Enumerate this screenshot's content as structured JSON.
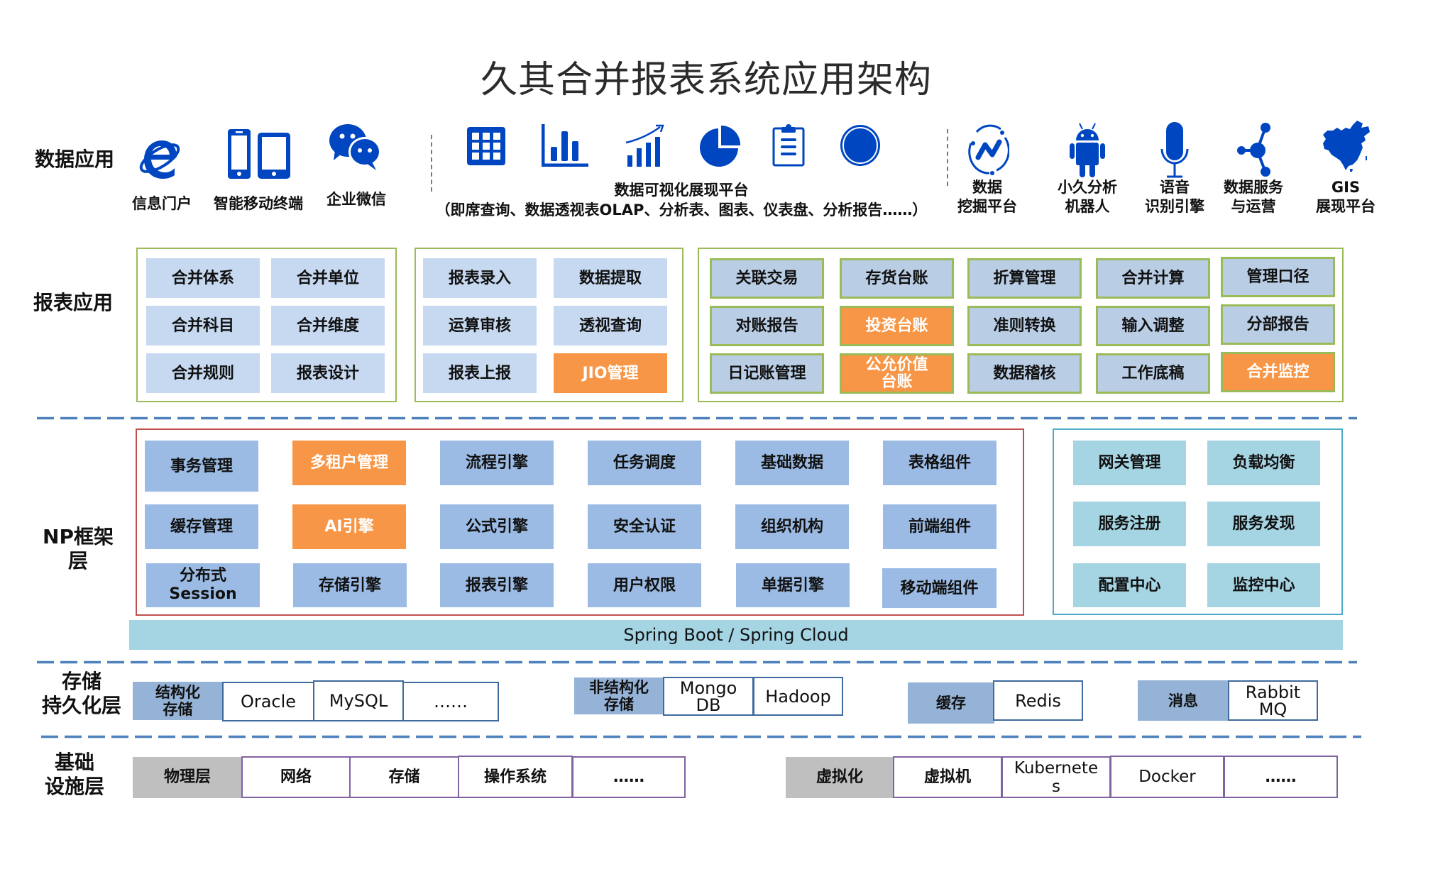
{
  "title": "久其合并报表系统应用架构",
  "colors": {
    "icon_blue": "#0046c0",
    "dash_blue": "#4f81bd",
    "green_border": "#9bbb59",
    "red_border": "#c0504d",
    "teal_border": "#4bacc6",
    "orange": "#f79646",
    "cell_light": "#c6d9f1",
    "cell_np": "#9bbbe4",
    "cell_teal": "#a5d4e3"
  },
  "layers": {
    "data_app": "数据应用",
    "report_app": "报表应用",
    "np_framework": "NP框架\n层",
    "np_framework_l1": "NP框架",
    "np_framework_l2": "层",
    "storage_l1": "存储",
    "storage_l2": "持久化层",
    "infra_l1": "基础",
    "infra_l2": "设施层"
  },
  "data_app": {
    "left_items": [
      {
        "icon": "ie-browser-icon",
        "label": "信息门户"
      },
      {
        "icon": "mobile-devices-icon",
        "label": "智能移动终端"
      },
      {
        "icon": "wechat-icon",
        "label": "企业微信"
      }
    ],
    "viz_icons": [
      "table-grid-icon",
      "bar-chart-icon",
      "trend-chart-icon",
      "pie-chart-icon",
      "clipboard-icon",
      "circle-icon"
    ],
    "viz_title": "数据可视化展现平台",
    "viz_subtitle": "（即席查询、数据透视表OLAP、分析表、图表、仪表盘、分析报告……）",
    "right_items": [
      {
        "icon": "data-mining-icon",
        "line1": "数据",
        "line2": "挖掘平台"
      },
      {
        "icon": "android-robot-icon",
        "line1": "小久分析",
        "line2": "机器人"
      },
      {
        "icon": "microphone-icon",
        "line1": "语音",
        "line2": "识别引擎"
      },
      {
        "icon": "share-nodes-icon",
        "line1": "数据服务",
        "line2": "与运营"
      },
      {
        "icon": "china-map-icon",
        "line1": "GIS",
        "line2": "展现平台"
      }
    ]
  },
  "report_app": {
    "group1": [
      "合并体系",
      "合并单位",
      "合并科目",
      "合并维度",
      "合并规则",
      "报表设计"
    ],
    "group2": [
      "报表录入",
      "数据提取",
      "运算审核",
      "透视查询",
      "报表上报",
      "JIO管理"
    ],
    "group3": [
      "关联交易",
      "存货台账",
      "折算管理",
      "合并计算",
      "管理口径",
      "对账报告",
      "投资台账",
      "准则转换",
      "输入调整",
      "分部报告",
      "日记账管理",
      "公允价值\n台账",
      "数据稽核",
      "工作底稿",
      "合并监控"
    ],
    "group3_line": [
      "公允价值",
      "台账"
    ]
  },
  "np": {
    "main": [
      [
        "事务管理",
        "多租户管理",
        "流程引擎",
        "任务调度",
        "基础数据",
        "表格组件"
      ],
      [
        "缓存管理",
        "AI引擎",
        "公式引擎",
        "安全认证",
        "组织机构",
        "前端组件"
      ],
      [
        "分布式\nSession",
        "存储引擎",
        "报表引擎",
        "用户权限",
        "单据引擎",
        "移动端组件"
      ]
    ],
    "session_l1": "分布式",
    "session_l2": "Session",
    "cloud": [
      "网关管理",
      "负载均衡",
      "服务注册",
      "服务发现",
      "配置中心",
      "监控中心"
    ],
    "spring": "Spring Boot / Spring Cloud"
  },
  "storage": {
    "structured_l1": "结构化",
    "structured_l2": "存储",
    "structured_items": [
      "Oracle",
      "MySQL",
      "……"
    ],
    "unstructured_l1": "非结构化",
    "unstructured_l2": "存储",
    "mongo_l1": "Mongo",
    "mongo_l2": "DB",
    "hadoop": "Hadoop",
    "cache": "缓存",
    "redis": "Redis",
    "message": "消息",
    "rabbit_l1": "Rabbit",
    "rabbit_l2": "MQ"
  },
  "infra": {
    "physical": "物理层",
    "physical_items": [
      "网络",
      "存储",
      "操作系统",
      "……"
    ],
    "virtual": "虚拟化",
    "vm": "虚拟机",
    "k8s_l1": "Kubernete",
    "k8s_l2": "s",
    "docker": "Docker",
    "more": "……"
  }
}
